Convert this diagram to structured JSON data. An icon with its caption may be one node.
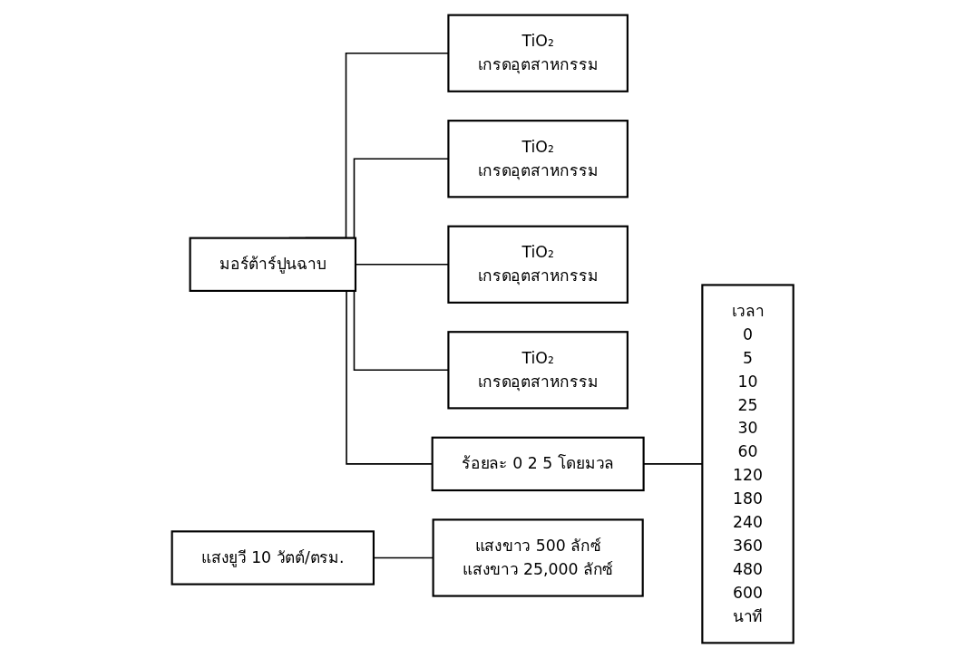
{
  "diagram": {
    "nodes": [
      {
        "text": [
          "มอร์ต้าร์ปูนฉาบ"
        ]
      },
      {
        "text": [
          "TiO₂",
          "เกรดอุตสาหกรรม"
        ]
      },
      {
        "text": [
          "TiO₂",
          "เกรดอุตสาหกรรม"
        ]
      },
      {
        "text": [
          "TiO₂",
          "เกรดอุตสาหกรรม"
        ]
      },
      {
        "text": [
          "TiO₂",
          "เกรดอุตสาหกรรม"
        ]
      },
      {
        "text": [
          "ร้อยละ 0 2 5 โดยมวล"
        ]
      },
      {
        "text": [
          "แสงยูวี 10 วัตต์/ตรม."
        ]
      },
      {
        "text": [
          "แสงขาว 500 ลักซ์",
          "แสงขาว 25,000 ลักซ์"
        ]
      },
      {
        "text": [
          "เวลา",
          "0",
          "5",
          "10",
          "25",
          "30",
          "60",
          "120",
          "180",
          "240",
          "360",
          "480",
          "600",
          "นาที"
        ]
      }
    ],
    "edges": [
      {
        "from": 0,
        "to": 1,
        "arrow": "none"
      },
      {
        "from": 0,
        "to": 2,
        "arrow": "none"
      },
      {
        "from": 0,
        "to": 3,
        "arrow": "none"
      },
      {
        "from": 0,
        "to": 4,
        "arrow": "none"
      },
      {
        "from": 0,
        "to": 5,
        "arrow": "none"
      },
      {
        "from": 5,
        "to": 8,
        "arrow": "none"
      },
      {
        "from": 6,
        "to": 7,
        "arrow": "none"
      }
    ]
  }
}
